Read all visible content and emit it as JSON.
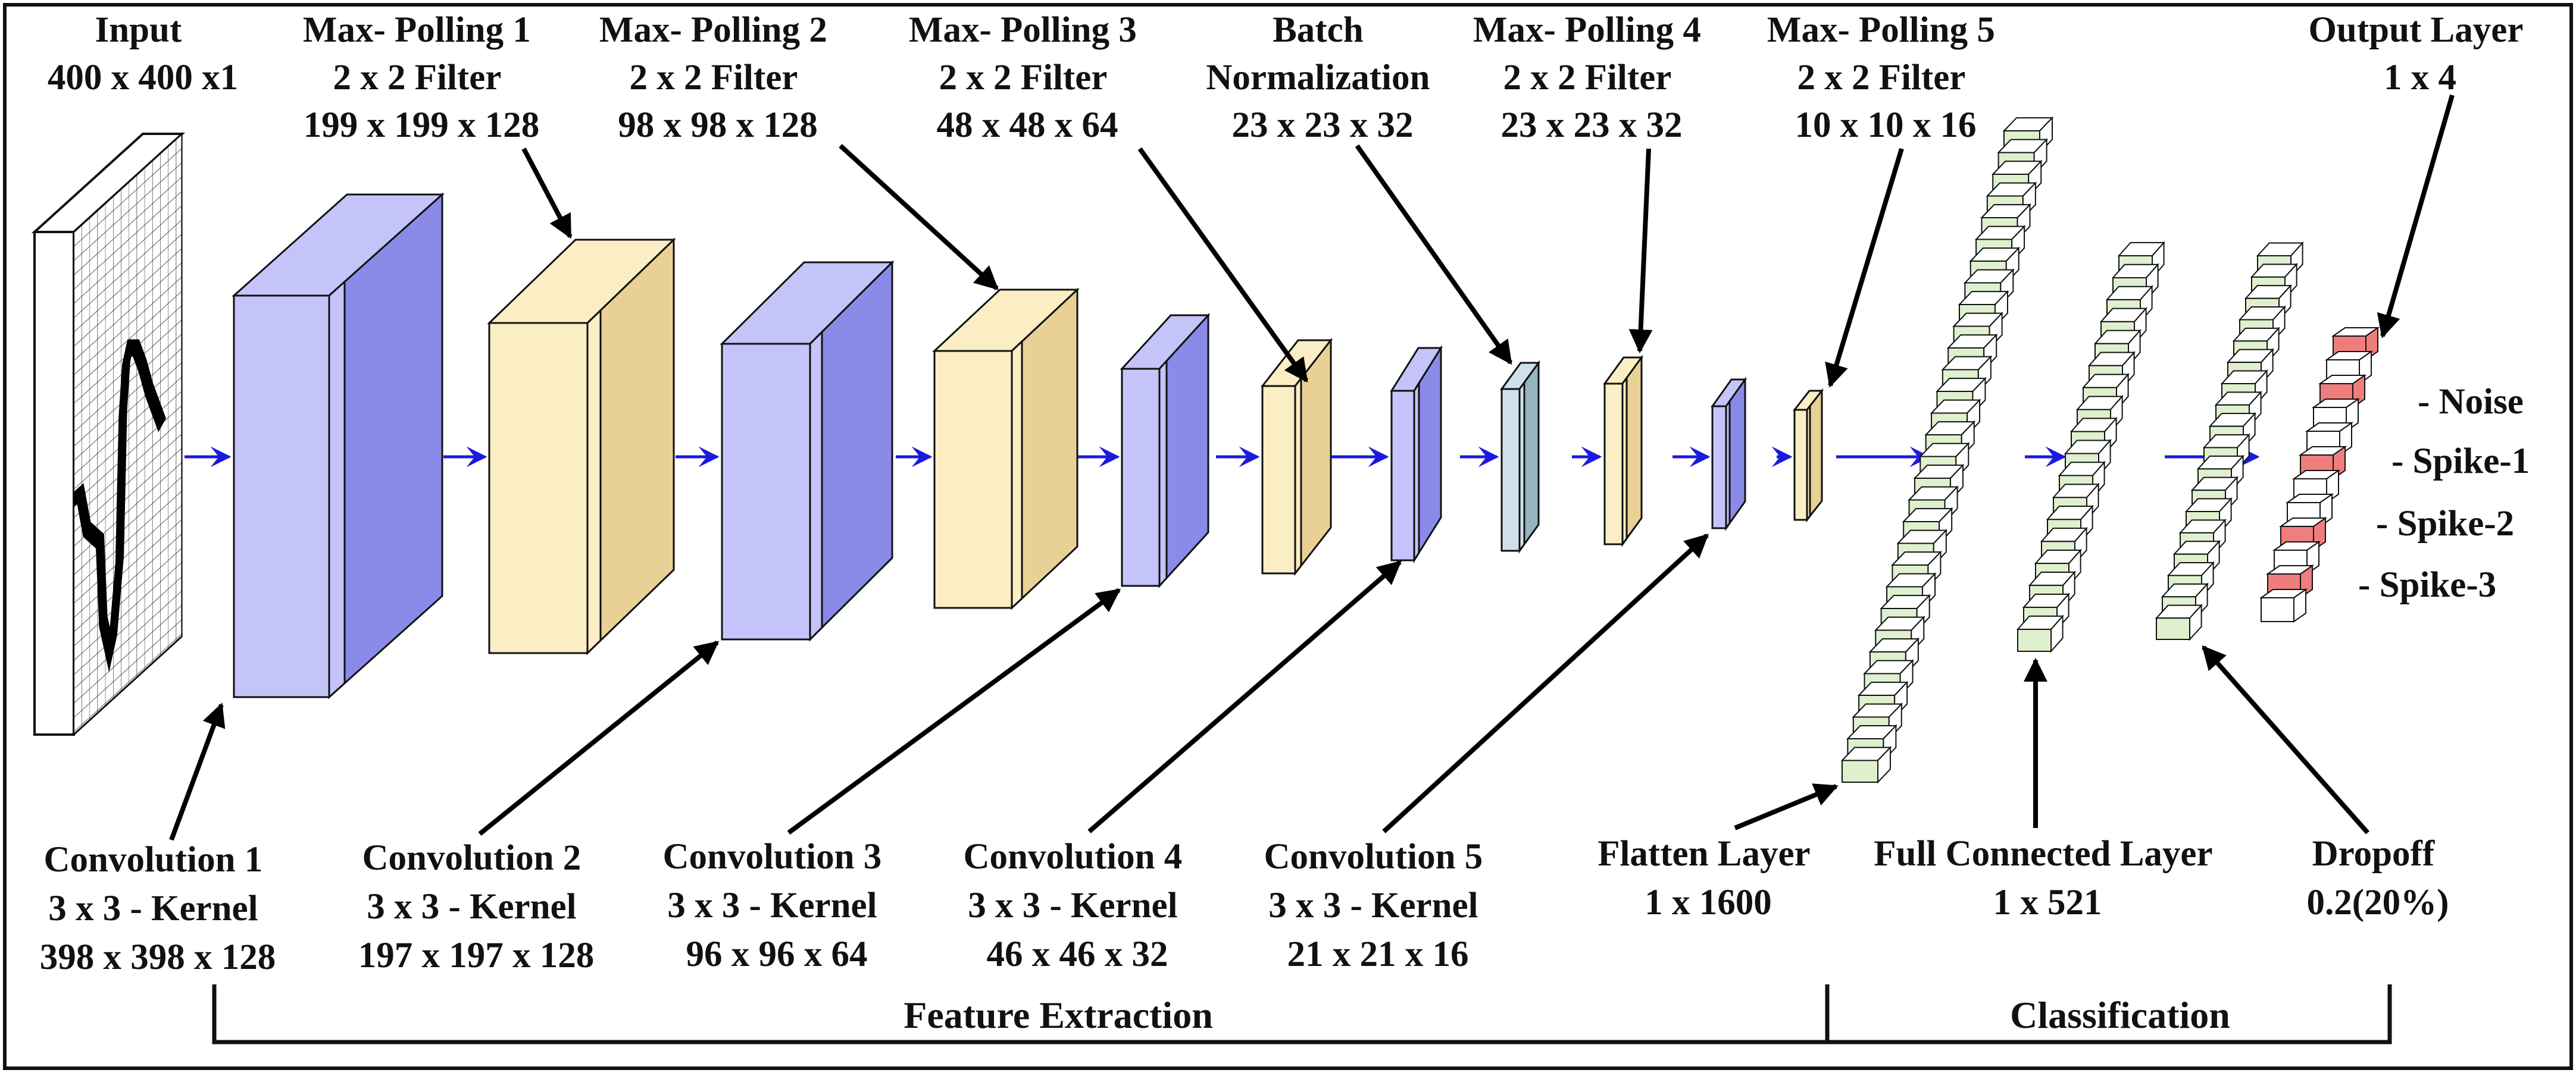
{
  "top_labels": {
    "input": [
      "Input",
      "400 x 400 x1"
    ],
    "maxpool1": [
      "Max- Polling 1",
      "2 x 2 Filter",
      "199 x 199 x 128"
    ],
    "maxpool2": [
      "Max- Polling 2",
      "2 x 2 Filter",
      "98 x 98 x 128"
    ],
    "maxpool3": [
      "Max- Polling 3",
      "2 x 2 Filter",
      "48 x 48 x 64"
    ],
    "batchnorm": [
      "Batch",
      "Normalization",
      "23 x 23 x 32"
    ],
    "maxpool4": [
      "Max- Polling 4",
      "2 x 2 Filter",
      "23 x 23 x 32"
    ],
    "maxpool5": [
      "Max- Polling 5",
      "2 x 2 Filter",
      "10 x 10 x 16"
    ],
    "output": [
      "Output Layer",
      "1 x 4"
    ]
  },
  "bottom_labels": {
    "conv1": [
      "Convolution 1",
      "3 x 3 - Kernel",
      "398 x 398 x 128"
    ],
    "conv2": [
      "Convolution 2",
      "3 x 3 - Kernel",
      "197 x 197 x 128"
    ],
    "conv3": [
      "Convolution 3",
      "3 x 3 - Kernel",
      "96 x 96 x 64"
    ],
    "conv4": [
      "Convolution 4",
      "3 x 3 - Kernel",
      "46 x 46 x 32"
    ],
    "conv5": [
      "Convolution 5",
      "3 x 3 - Kernel",
      "21 x 21 x 16"
    ],
    "flatten": [
      "Flatten Layer",
      "1 x 1600"
    ],
    "fc": [
      "Full Connected Layer",
      "1 x 521"
    ],
    "dropout": [
      "Dropoff",
      "0.2(20%)"
    ]
  },
  "outputs": [
    "- Noise",
    "- Spike-1",
    "- Spike-2",
    "- Spike-3"
  ],
  "sections": {
    "feature_extraction": "Feature Extraction",
    "classification": "Classification"
  },
  "colors": {
    "conv_front": "#c4c4fa",
    "conv_side": "#8a8ae8",
    "pool_front": "#fbeec5",
    "pool_side": "#e9d196",
    "bn_front": "#cfe0ea",
    "bn_side": "#96b4c0",
    "dense_cell": "#dff0cf",
    "output_cell": "#f07d7d",
    "arrow_blue": "#1a1ae0"
  }
}
